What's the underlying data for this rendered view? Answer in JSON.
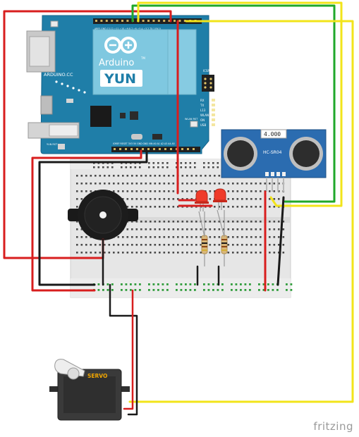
{
  "board": {
    "brand_line1": "Arduino",
    "brand_tm": "TM",
    "brand_line2": "YUN",
    "site": "ARDUINO.CC",
    "header_top": "AREF GND 13 12 ~11 ~10 ~9 8 7 ~6 ~5 4 ~3 2 TX 1 RX 0",
    "header_bottom": "IOREF RESET 3V3 5V GND GND VIN A0 A1 A2 A3 A4 A5",
    "led_labels": [
      "RX",
      "TX",
      "L13",
      "WLAN",
      "ON",
      "USB"
    ],
    "reset_label": "WLAN RST",
    "yun_rst": "YUN RST",
    "icsp_label": "ICSP",
    "color_board": "#1f7ea8",
    "color_logo": "#7fc8e0"
  },
  "sensor": {
    "top_label": "4.000",
    "name": "HC-SR04",
    "color": "#2b6cb0"
  },
  "servo": {
    "label": "SERVO",
    "color": "#3a3a3a"
  },
  "wires": {
    "red": "#d81e1e",
    "black": "#1a1a1a",
    "green": "#1fa82a",
    "yellow": "#f2e41a"
  },
  "footer": {
    "logo": "fritzing"
  }
}
